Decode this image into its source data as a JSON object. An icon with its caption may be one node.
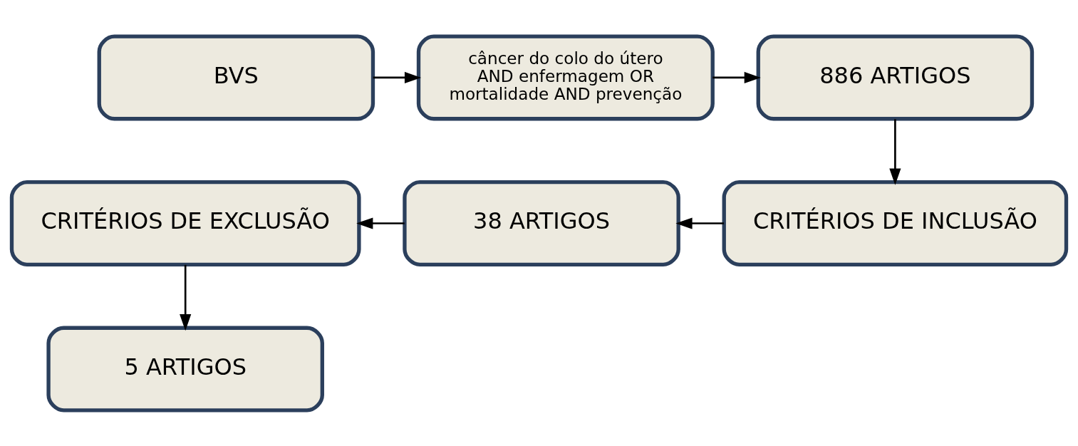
{
  "diagram": {
    "nodes": [
      {
        "text": [
          "BVS"
        ]
      },
      {
        "text": [
          "câncer do colo do útero AND enfermagem OR mortalidade AND prevenção"
        ]
      },
      {
        "text": [
          "886 ARTIGOS"
        ]
      },
      {
        "text": [
          "CRITÉRIOS DE INCLUSÃO"
        ]
      },
      {
        "text": [
          "38 ARTIGOS"
        ]
      },
      {
        "text": [
          "CRITÉRIOS DE EXCLUSÃO"
        ]
      },
      {
        "text": [
          "5 ARTIGOS"
        ]
      }
    ],
    "edges": [
      {
        "from": 0,
        "to": 1,
        "arrow": "to"
      },
      {
        "from": 1,
        "to": 2,
        "arrow": "to"
      },
      {
        "from": 2,
        "to": 3,
        "arrow": "to"
      },
      {
        "from": 3,
        "to": 4,
        "arrow": "to"
      },
      {
        "from": 4,
        "to": 5,
        "arrow": "to"
      },
      {
        "from": 5,
        "to": 6,
        "arrow": "to"
      }
    ]
  }
}
